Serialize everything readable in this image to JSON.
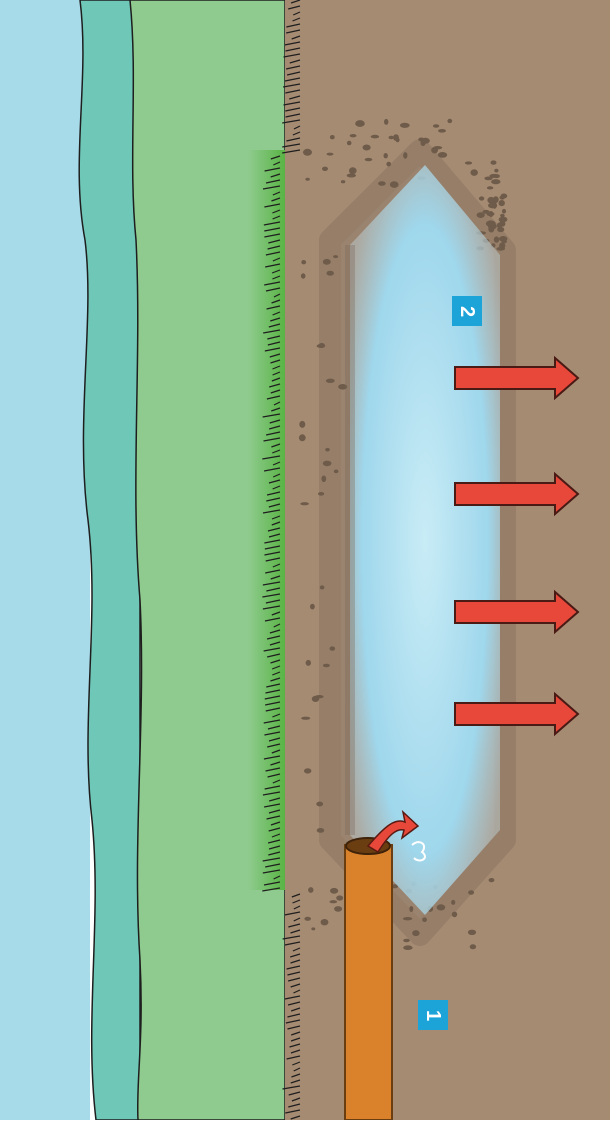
{
  "diagram": {
    "markers": [
      {
        "id": "pipe",
        "label": "1"
      },
      {
        "id": "pond",
        "label": "2"
      }
    ],
    "arrows": [
      {
        "id": "infiltration-1"
      },
      {
        "id": "infiltration-2"
      },
      {
        "id": "infiltration-3"
      },
      {
        "id": "infiltration-4"
      }
    ],
    "colors": {
      "sky": "#a8dbe9",
      "hills": "#6fc7b8",
      "grass_field": "#8fcb8f",
      "grass_edge": "#5fb84a",
      "soil": "#a68b73",
      "gravel": "#7f6b58",
      "pond_edge": "#8fd0e8",
      "pond_center": "#bfe6f3",
      "pipe": "#d9822b",
      "arrow": "#e8483a"
    }
  }
}
